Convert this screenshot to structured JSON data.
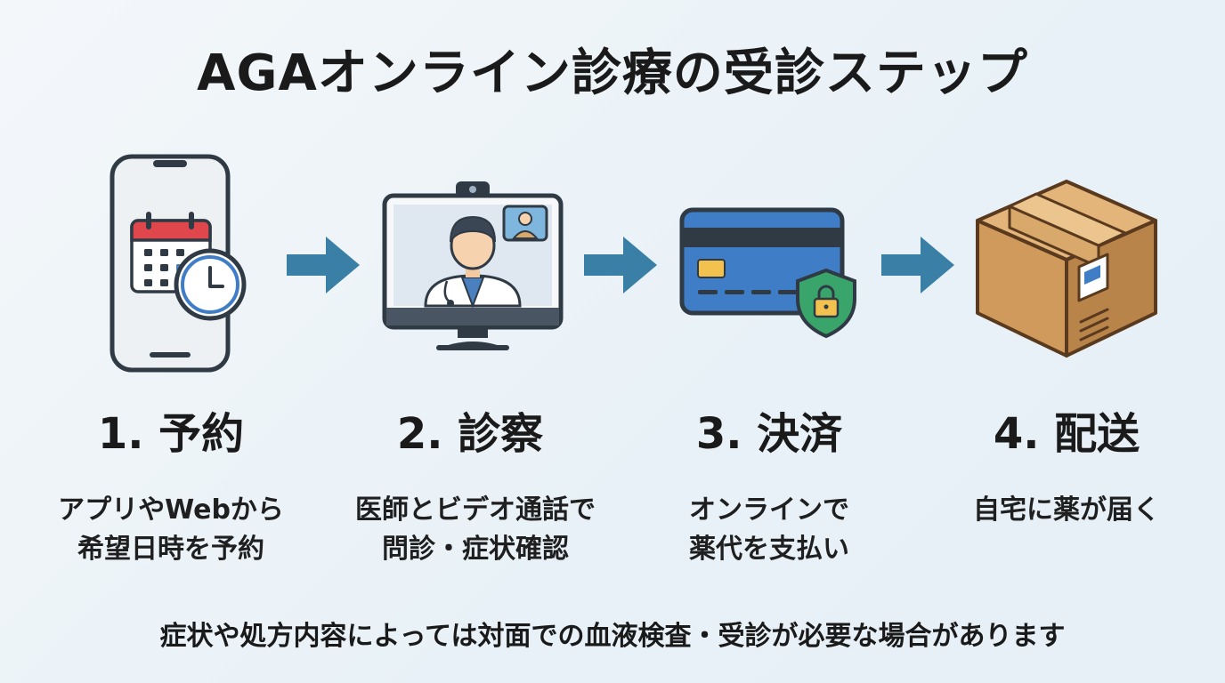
{
  "title": "AGAオンライン診療の受診ステップ",
  "steps": [
    {
      "label": "1. 予約",
      "icon": "smartphone-calendar-clock-icon",
      "desc": [
        "アプリやWebから",
        "希望日時を予約"
      ]
    },
    {
      "label": "2. 診察",
      "icon": "monitor-doctor-video-call-icon",
      "desc": [
        "医師とビデオ通話で",
        "問診・症状確認"
      ]
    },
    {
      "label": "3. 決済",
      "icon": "credit-card-shield-lock-icon",
      "desc": [
        "オンラインで",
        "薬代を支払い"
      ]
    },
    {
      "label": "4. 配送",
      "icon": "cardboard-box-icon",
      "desc": [
        "自宅に薬が届く"
      ]
    }
  ],
  "footnote": "症状や処方内容によっては対面での血液検査・受診が必要な場合があります",
  "colors": {
    "arrow": "#3a7fa5",
    "card": "#3f7ec7",
    "calendar_header": "#e0474c",
    "shield": "#3aa56a",
    "box": "#d9a86b"
  }
}
